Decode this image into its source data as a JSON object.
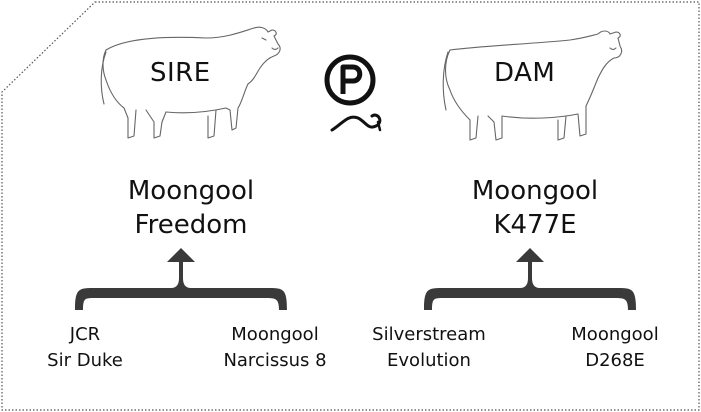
{
  "sire": {
    "label": "SIRE",
    "name_line1": "Moongool",
    "name_line2": "Freedom",
    "parent_left": {
      "line1": "JCR",
      "line2": "Sir Duke"
    },
    "parent_right": {
      "line1": "Moongool",
      "line2": "Narcissus 8"
    }
  },
  "dam": {
    "label": "DAM",
    "name_line1": "Moongool",
    "name_line2": "K477E",
    "parent_left": {
      "line1": "Silverstream",
      "line2": "Evolution"
    },
    "parent_right": {
      "line1": "Moongool",
      "line2": "D268E"
    }
  },
  "logo": {
    "letter": "P",
    "icon": "polled-logo-icon"
  },
  "colors": {
    "ink": "#111111",
    "arrow": "#3a3a3a",
    "frame": "#555555"
  }
}
